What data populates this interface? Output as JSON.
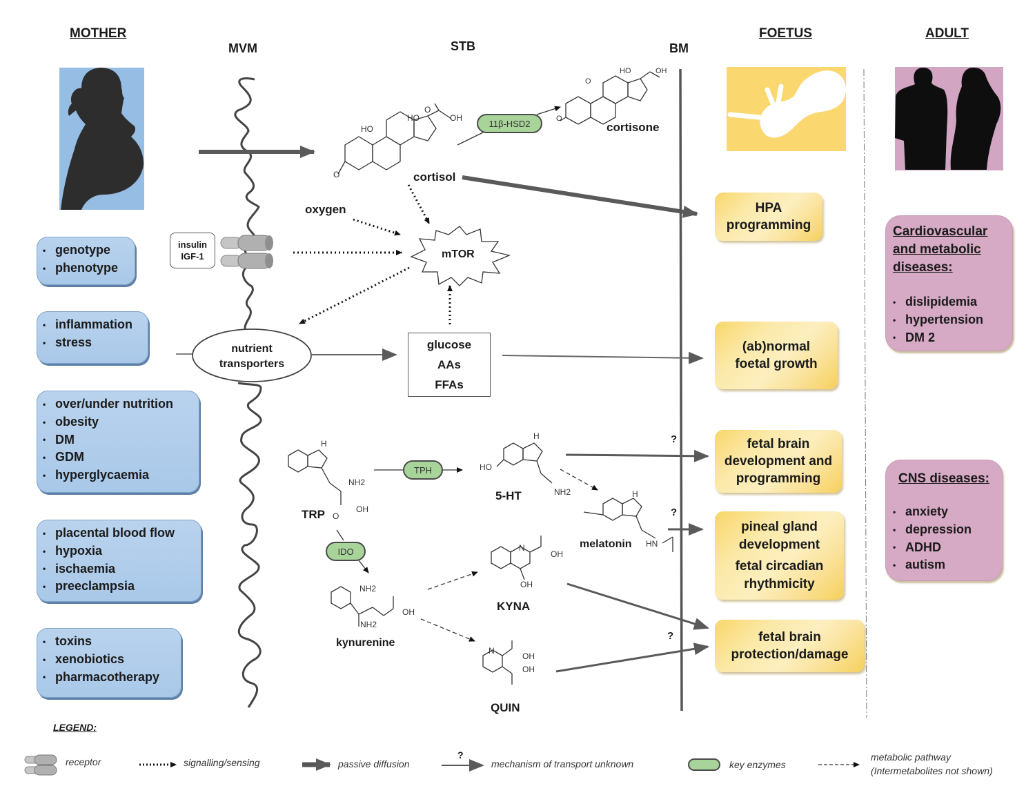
{
  "columns": {
    "mother": "MOTHER",
    "mvm": "MVM",
    "stb": "STB",
    "bm": "BM",
    "foetus": "FOETUS",
    "adult": "ADULT"
  },
  "maternal_factors": [
    {
      "items": [
        "genotype",
        "phenotype"
      ]
    },
    {
      "items": [
        "inflammation",
        "stress"
      ]
    },
    {
      "items": [
        "over/under nutrition",
        "obesity",
        "DM",
        "GDM",
        "hyperglycaemia"
      ]
    },
    {
      "items": [
        "placental blood flow",
        "hypoxia",
        "ischaemia",
        "preeclampsia"
      ]
    },
    {
      "items": [
        "toxins",
        "xenobiotics",
        "pharmacotherapy"
      ]
    }
  ],
  "placenta": {
    "insulin_box": {
      "line1": "insulin",
      "line2": "IGF-1"
    },
    "nutrient_transporters": {
      "line1": "nutrient",
      "line2": "transporters"
    },
    "oxygen": "oxygen",
    "mtor": "mTOR",
    "nutrients_box": [
      "glucose",
      "AAs",
      "FFAs"
    ],
    "cortisol": "cortisol",
    "cortisone": "cortisone",
    "enzymes": {
      "hsd2": "11β-HSD2",
      "tph": "TPH",
      "ido": "IDO"
    },
    "molecules": {
      "trp": "TRP",
      "serotonin": "5-HT",
      "melatonin": "melatonin",
      "kynurenine": "kynurenine",
      "kyna": "KYNA",
      "quin": "QUIN"
    },
    "chem_labels": {
      "ho": "HO",
      "oh": "OH",
      "o": "O",
      "h": "H",
      "nh2": "NH2",
      "n": "N",
      "hn": "HN"
    },
    "unknown_mark": "?"
  },
  "foetal_outcomes": [
    {
      "lines": [
        "HPA",
        "programming"
      ]
    },
    {
      "lines": [
        "(ab)normal",
        "foetal growth"
      ]
    },
    {
      "lines": [
        "fetal brain",
        "development and",
        "programming"
      ]
    },
    {
      "lines": [
        "pineal gland",
        "development",
        "fetal circadian",
        "rhythmicity"
      ]
    },
    {
      "lines": [
        "fetal brain",
        "protection/damage"
      ]
    }
  ],
  "adult_diseases": [
    {
      "title": [
        "Cardiovascular",
        "and metabolic",
        "diseases:"
      ],
      "items": [
        "dislipidemia",
        "hypertension",
        "DM 2"
      ]
    },
    {
      "title": [
        "CNS diseases:"
      ],
      "items": [
        "anxiety",
        "depression",
        "ADHD",
        "autism"
      ]
    }
  ],
  "legend": {
    "title": "LEGEND:",
    "receptor": "receptor",
    "signalling": "signalling/sensing",
    "passive": "passive diffusion",
    "unknown_mark": "?",
    "unknown": "mechanism of transport unknown",
    "enzymes": "key enzymes",
    "metabolic_line1": "metabolic pathway",
    "metabolic_line2": "(Intermetabolites not shown)"
  },
  "colors": {
    "maternal_box": "#b3cfec",
    "foetal_box": "#f9dc7c",
    "adult_box": "#d6a9c4",
    "enzyme": "#a8d49a",
    "mother_bg": "#96bde3",
    "foetus_bg": "#fbd770",
    "adult_bg": "#d2a6c2"
  }
}
